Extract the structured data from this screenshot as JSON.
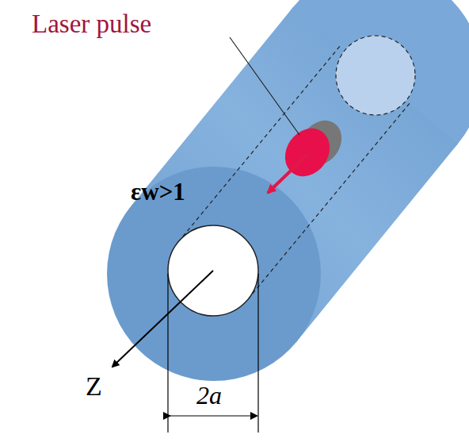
{
  "diagram": {
    "labels": [
      "Laser pulse",
      "εw>1",
      "Z",
      "2a"
    ]
  }
}
